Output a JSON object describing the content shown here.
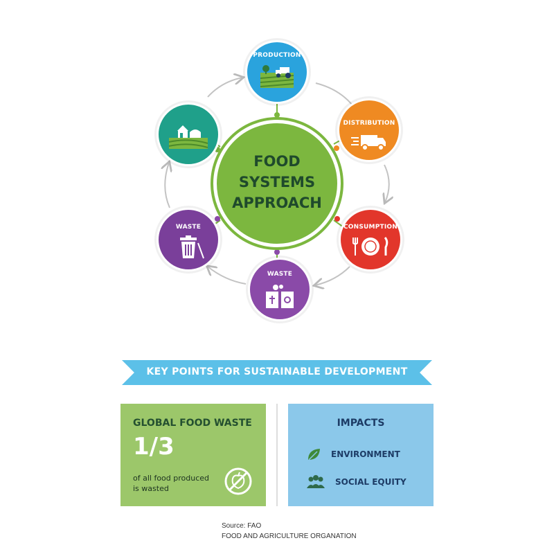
{
  "diagram": {
    "center_title": "FOOD\nSYSTEMS\nAPPROACH",
    "nodes": [
      {
        "label": "PRODUCTION",
        "color": "#2aa3dd",
        "icon": "tractor-farm-icon"
      },
      {
        "label": "DISTRIBUTION",
        "color": "#ef8a22",
        "icon": "delivery-truck-icon"
      },
      {
        "label": "CONSUMPTION",
        "color": "#e2362b",
        "icon": "plate-cutlery-icon"
      },
      {
        "label": "WASTE",
        "color": "#8a4aa8",
        "icon": "recycling-bins-icon"
      },
      {
        "label": "WASTE",
        "color": "#7a3f9a",
        "icon": "trash-can-icon"
      },
      {
        "label": "",
        "color": "#1fa08a",
        "icon": "farmhouse-icon"
      }
    ],
    "center_color": "#7cb73f"
  },
  "banner": {
    "label": "KEY POINTS FOR SUSTAINABLE DEVELOPMENT",
    "color": "#5cc0e8"
  },
  "food_waste": {
    "title": "GLOBAL FOOD WASTE",
    "value": "1/3",
    "description": "of all food produced is wasted",
    "icon": "no-apple-icon",
    "color": "#9cc76a"
  },
  "impacts": {
    "title": "IMPACTS",
    "items": [
      {
        "label": "ENVIRONMENT",
        "icon": "leaf-icon"
      },
      {
        "label": "SOCIAL EQUITY",
        "icon": "people-group-icon"
      }
    ],
    "color": "#8bc8ea"
  },
  "source": {
    "line1": "Source: FAO",
    "line2": "FOOD AND AGRICULTURE ORGANATION"
  }
}
